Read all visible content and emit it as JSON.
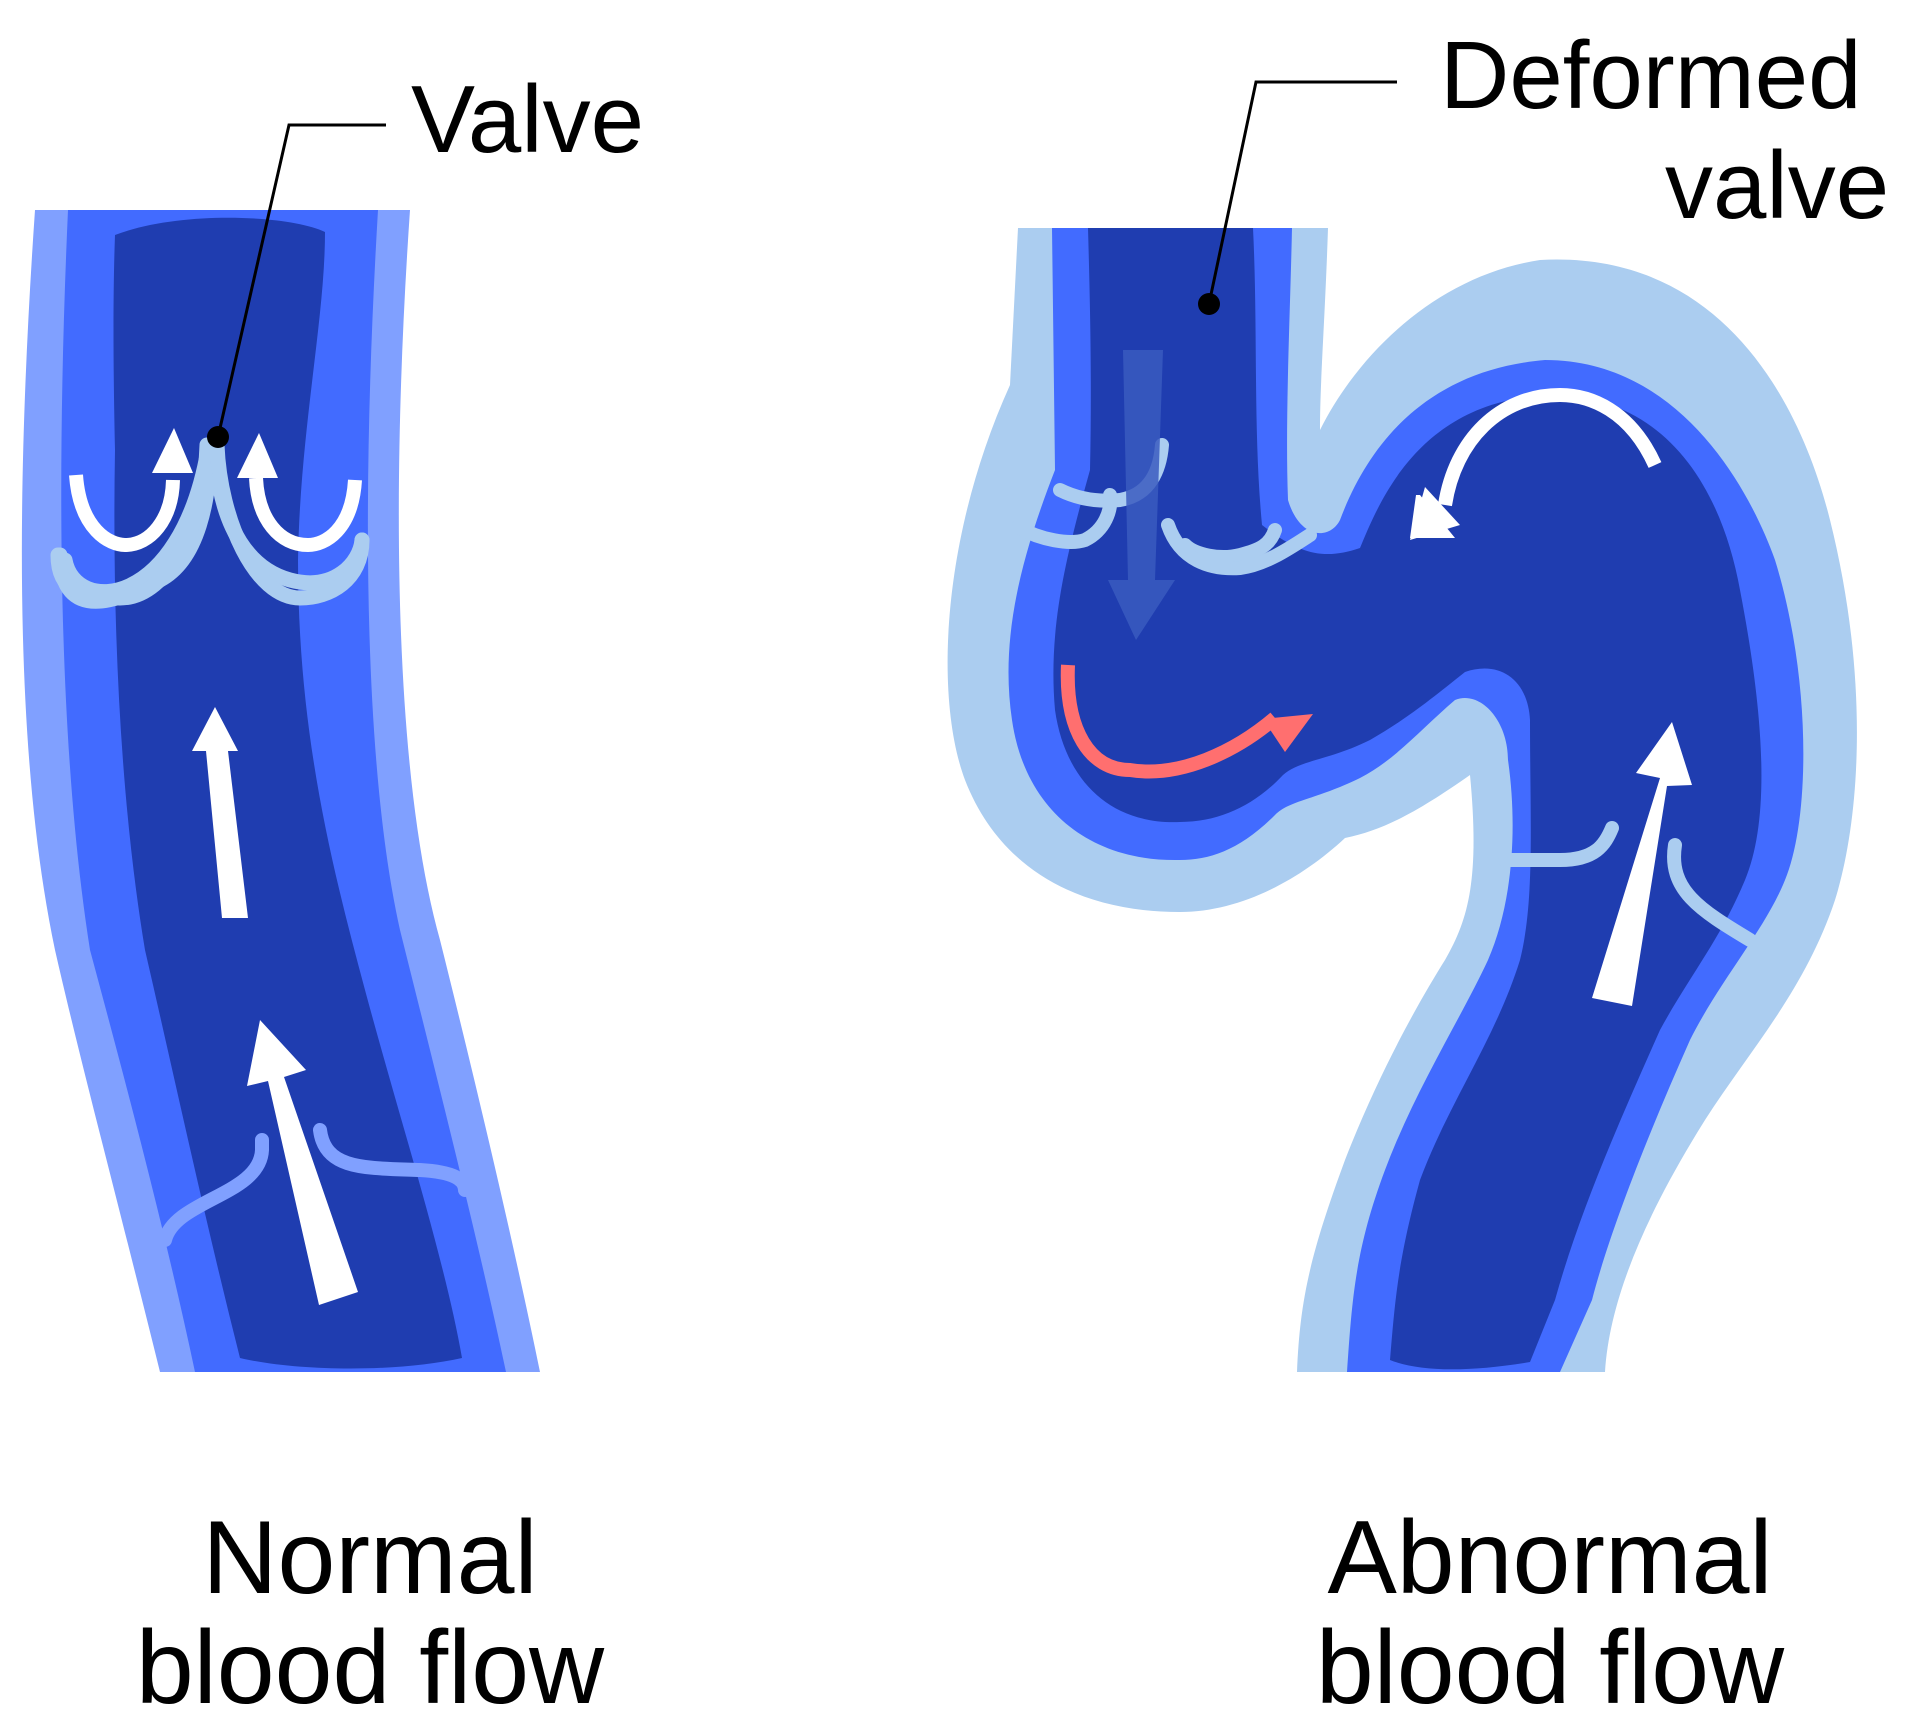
{
  "labels": {
    "valve": "Valve",
    "deformed_valve_line1": "Deformed",
    "deformed_valve_line2": "valve"
  },
  "captions": {
    "normal_line1": "Normal",
    "normal_line2": "blood flow",
    "abnormal_line1": "Abnormal",
    "abnormal_line2": "blood flow"
  },
  "colors": {
    "vein_outer_normal": "#80A0FF",
    "vein_outer_abnormal": "#ABCDF0",
    "vein_wall": "#426BFF",
    "vein_lumen": "#1F3DB0",
    "valve_leaflet": "#ABCDF0",
    "flow_arrow": "#FFFFFF",
    "reflux_arrow": "#FF6F6F",
    "backflow_arrow": "#3A5AC0",
    "leader_line": "#000000"
  }
}
